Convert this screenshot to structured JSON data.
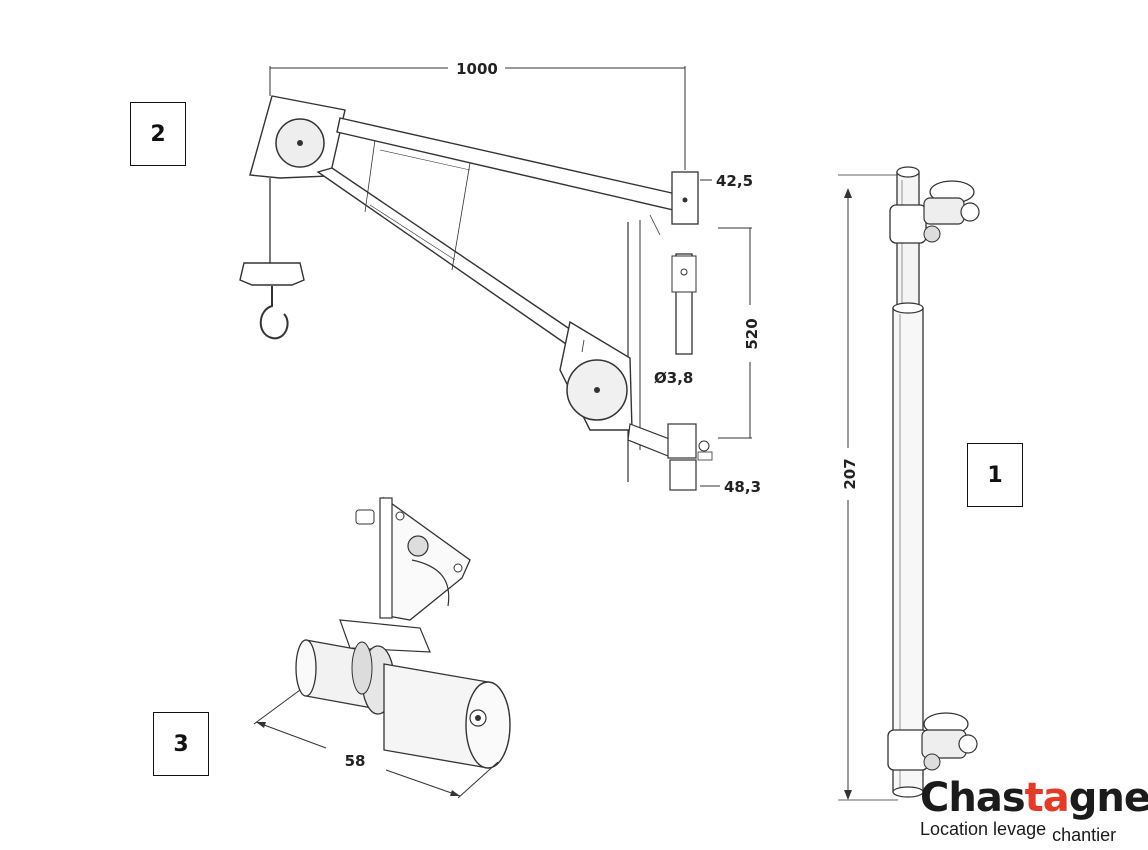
{
  "parts": [
    {
      "number": "1"
    },
    {
      "number": "2"
    },
    {
      "number": "3"
    }
  ],
  "dimensions": {
    "boom_length": "1000",
    "sleeve_height": "42,5",
    "pin_spacing": "520",
    "pin_diameter": "Ø3,8",
    "tube_diameter": "48,3",
    "mast_height": "207",
    "motor_length": "58"
  },
  "logo": {
    "name_before": "Chas",
    "name_accent": "ta",
    "name_after": "gner",
    "tagline_1": "Location levage",
    "tagline_2": "chantier",
    "accent_color": "#e63a27"
  }
}
